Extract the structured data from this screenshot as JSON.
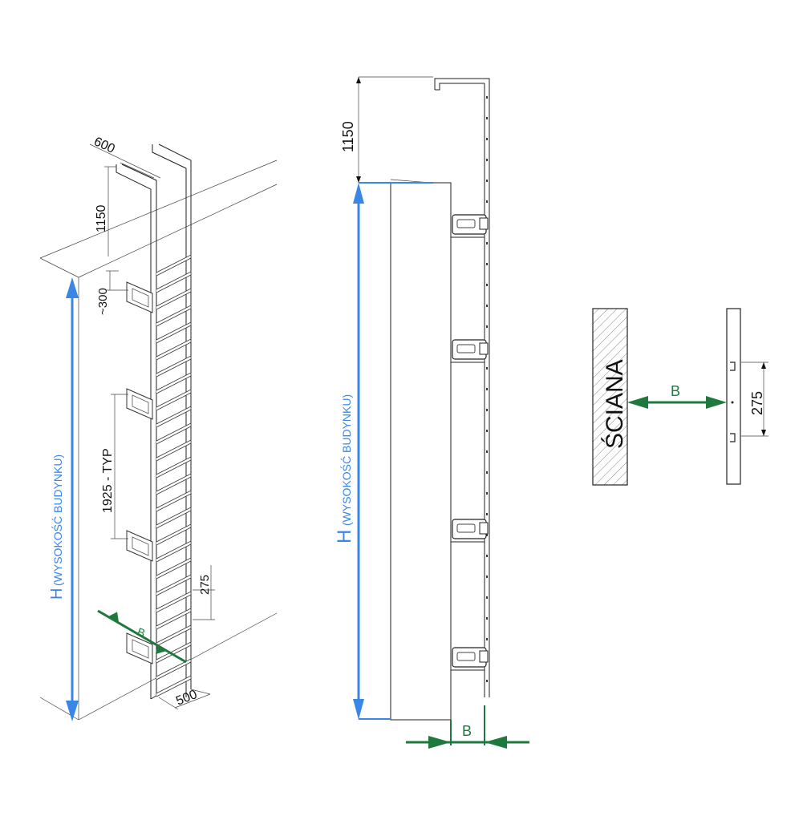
{
  "colors": {
    "height_dimension": "#3a86e6",
    "offset_dimension": "#1e7a3c",
    "linework": "#222222"
  },
  "isometric": {
    "dim_width": "600",
    "dim_top": "1150",
    "dim_bracket_offset": "~300",
    "dim_bracket_spacing": "1925 - TYP",
    "dim_rung_spacing": "275",
    "dim_ladder_width": "500",
    "dim_offset_letter": "B",
    "height_letter": "H",
    "height_caption": "(WYSOKOŚĆ BUDYNKU)"
  },
  "side_view": {
    "dim_top": "1150",
    "height_letter": "H",
    "height_caption": "(WYSOKOŚĆ BUDYNKU)",
    "dim_offset_letter": "B"
  },
  "detail": {
    "wall_label": "ŚCIANA",
    "dim_offset_letter": "B",
    "dim_rung_spacing": "275"
  }
}
